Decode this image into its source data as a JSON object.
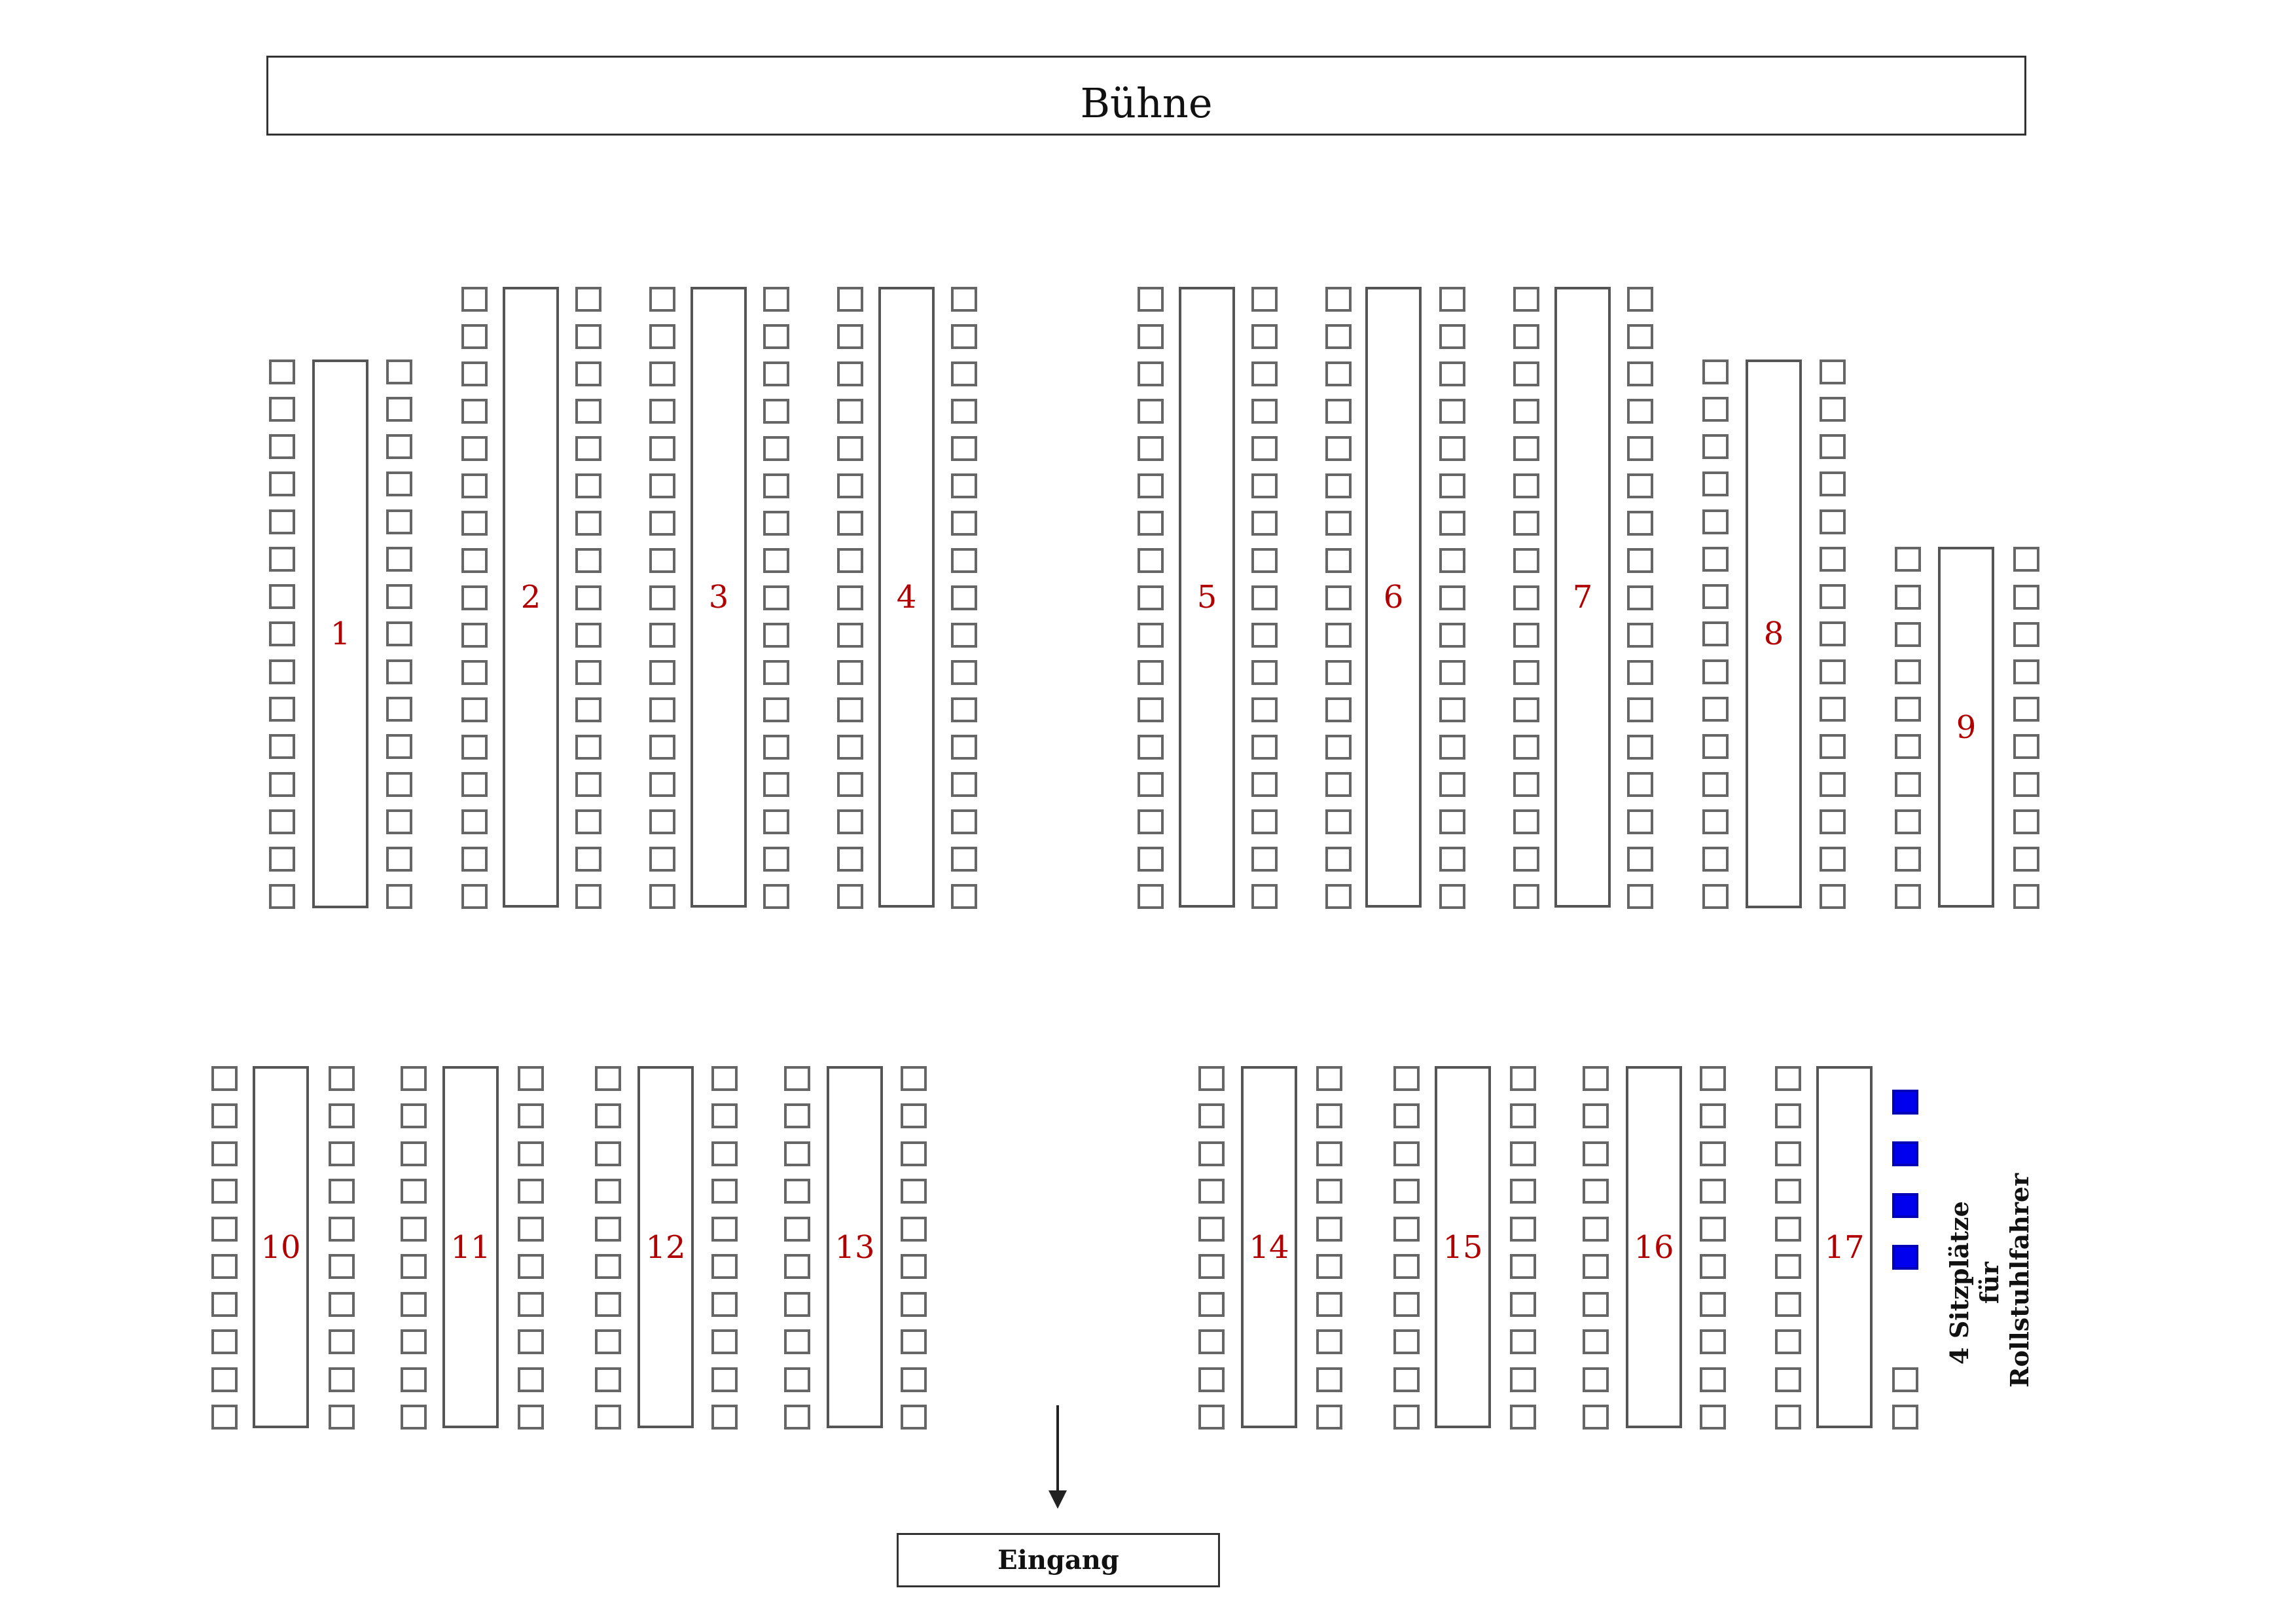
{
  "stage": {
    "label": "Bühne"
  },
  "entrance": {
    "label": "Eingang"
  },
  "wheelchair": {
    "note_line1": "4 Sitzplätze für",
    "note_line2": "Rollstuhlfahrer",
    "accent_color": "#0000ee"
  },
  "tables": [
    {
      "label": "1",
      "chairs_per_side": 15
    },
    {
      "label": "2",
      "chairs_per_side": 17
    },
    {
      "label": "3",
      "chairs_per_side": 17
    },
    {
      "label": "4",
      "chairs_per_side": 17
    },
    {
      "label": "5",
      "chairs_per_side": 17
    },
    {
      "label": "6",
      "chairs_per_side": 17
    },
    {
      "label": "7",
      "chairs_per_side": 17
    },
    {
      "label": "8",
      "chairs_per_side": 15
    },
    {
      "label": "9",
      "chairs_per_side": 10
    },
    {
      "label": "10",
      "chairs_per_side": 10
    },
    {
      "label": "11",
      "chairs_per_side": 10
    },
    {
      "label": "12",
      "chairs_per_side": 10
    },
    {
      "label": "13",
      "chairs_per_side": 10
    },
    {
      "label": "14",
      "chairs_per_side": 10
    },
    {
      "label": "15",
      "chairs_per_side": 10
    },
    {
      "label": "16",
      "chairs_per_side": 10
    },
    {
      "label": "17",
      "chairs_per_side": 10
    }
  ]
}
